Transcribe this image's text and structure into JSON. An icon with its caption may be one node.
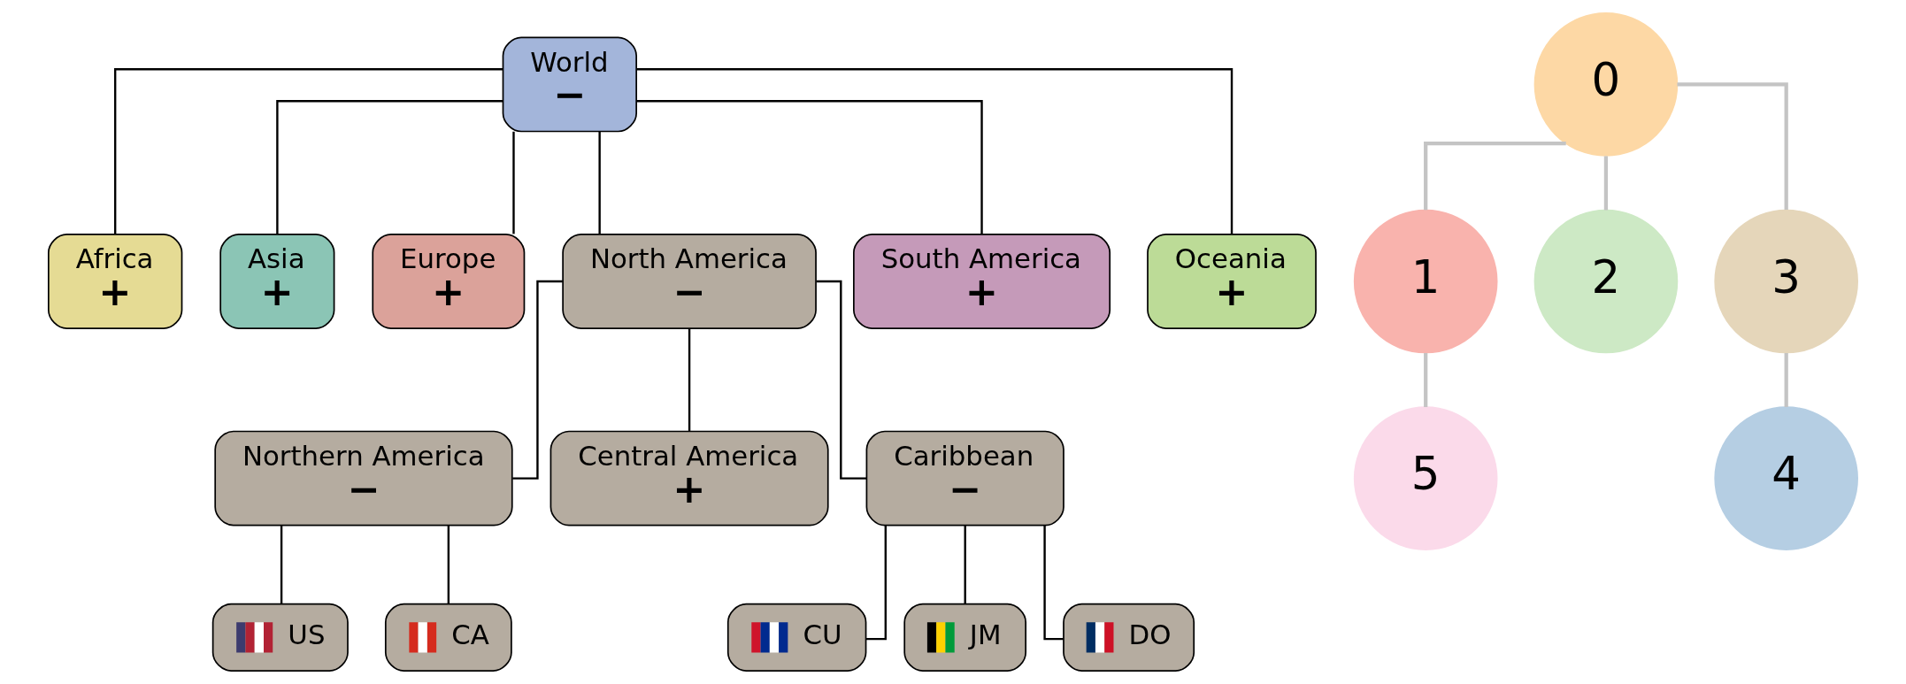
{
  "diagram": {
    "nodes": [
      {
        "text": [
          "World",
          "−"
        ]
      },
      {
        "text": [
          "Africa",
          "+"
        ]
      },
      {
        "text": [
          "Asia",
          "+"
        ]
      },
      {
        "text": [
          "Europe",
          "+"
        ]
      },
      {
        "text": [
          "North America",
          "−"
        ]
      },
      {
        "text": [
          "South America",
          "+"
        ]
      },
      {
        "text": [
          "Oceania",
          "+"
        ]
      },
      {
        "text": [
          "Northern America",
          "−"
        ]
      },
      {
        "text": [
          "Central America",
          "+"
        ]
      },
      {
        "text": [
          "Caribbean",
          "−"
        ]
      },
      {
        "text": [
          "US"
        ]
      },
      {
        "text": [
          "CA"
        ]
      },
      {
        "text": [
          "CU"
        ]
      },
      {
        "text": [
          "JM"
        ]
      },
      {
        "text": [
          "DO"
        ]
      },
      {
        "text": [
          "0"
        ]
      },
      {
        "text": [
          "1"
        ]
      },
      {
        "text": [
          "5"
        ]
      },
      {
        "text": [
          "2"
        ]
      },
      {
        "text": [
          "3"
        ]
      },
      {
        "text": [
          "4"
        ]
      }
    ],
    "edges": [
      {
        "from": 0,
        "to": 1,
        "arrow": "none"
      },
      {
        "from": 0,
        "to": 2,
        "arrow": "none"
      },
      {
        "from": 0,
        "to": 3,
        "arrow": "none"
      },
      {
        "from": 0,
        "to": 4,
        "arrow": "none"
      },
      {
        "from": 0,
        "to": 5,
        "arrow": "none"
      },
      {
        "from": 0,
        "to": 6,
        "arrow": "none"
      },
      {
        "from": 4,
        "to": 7,
        "arrow": "none"
      },
      {
        "from": 4,
        "to": 8,
        "arrow": "none"
      },
      {
        "from": 4,
        "to": 9,
        "arrow": "none"
      },
      {
        "from": 7,
        "to": 10,
        "arrow": "none"
      },
      {
        "from": 7,
        "to": 11,
        "arrow": "none"
      },
      {
        "from": 9,
        "to": 12,
        "arrow": "none"
      },
      {
        "from": 9,
        "to": 13,
        "arrow": "none"
      },
      {
        "from": 9,
        "to": 14,
        "arrow": "none"
      },
      {
        "from": 15,
        "to": 16,
        "arrow": "none",
        "color": "#c4c4c4"
      },
      {
        "from": 16,
        "to": 17,
        "arrow": "none",
        "color": "#c4c4c4"
      },
      {
        "from": 15,
        "to": 18,
        "arrow": "none",
        "color": "#c4c4c4"
      },
      {
        "from": 15,
        "to": 19,
        "arrow": "none",
        "color": "#c4c4c4"
      },
      {
        "from": 19,
        "to": 20,
        "arrow": "none",
        "color": "#c4c4c4"
      }
    ]
  }
}
